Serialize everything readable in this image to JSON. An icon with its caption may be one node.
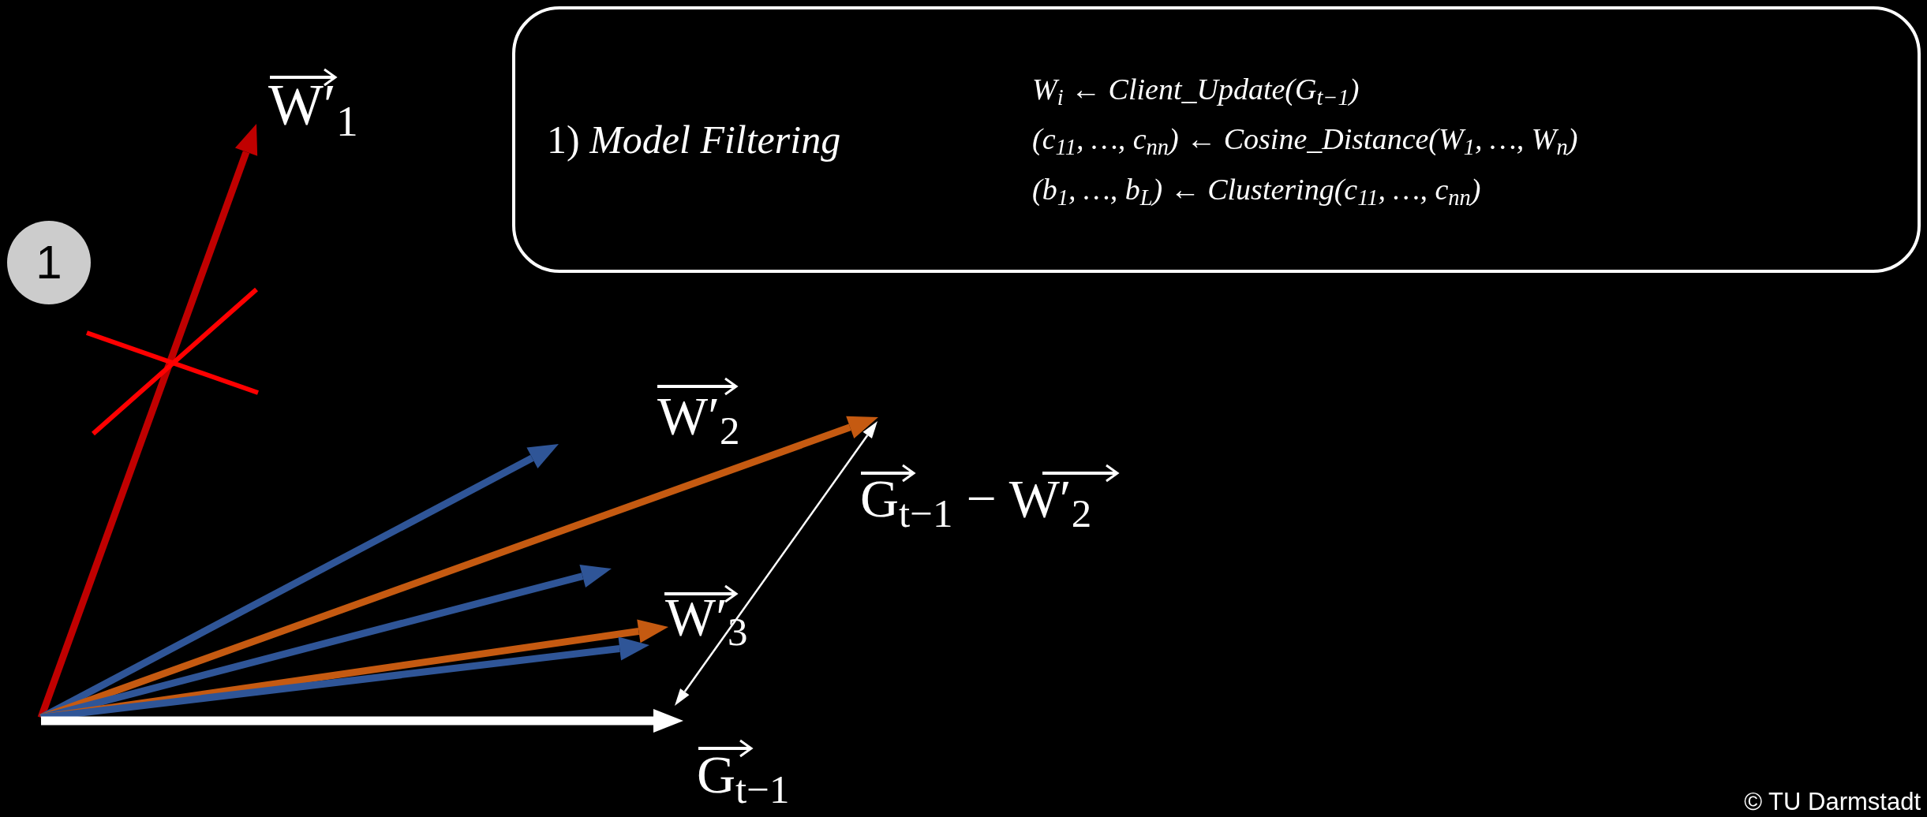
{
  "diagram": {
    "nodes": [
      {
        "text": [
          "1) *Model Filtering*",
          "W$_{i}$  ← Client_Update(G$_{t−1}$)",
          "(c$_{11}$, …, c$_{nn}$)  ← Cosine_Distance(W$_{1}$, …, W$_{n}$)",
          "(b$_{1}$, …, b$_{L}$)  ← Clustering(c$_{11}$, …, c$_{nn}$)"
        ]
      },
      {
        "text": [
          "1"
        ]
      }
    ],
    "labels": [
      "W′$_{1}$",
      "W′$_{2}$",
      "G$_{t−1}$ − W′$_{2}$",
      "W′$_{3}$",
      "G$_{t−1}$",
      "© TU Darmstadt"
    ]
  }
}
